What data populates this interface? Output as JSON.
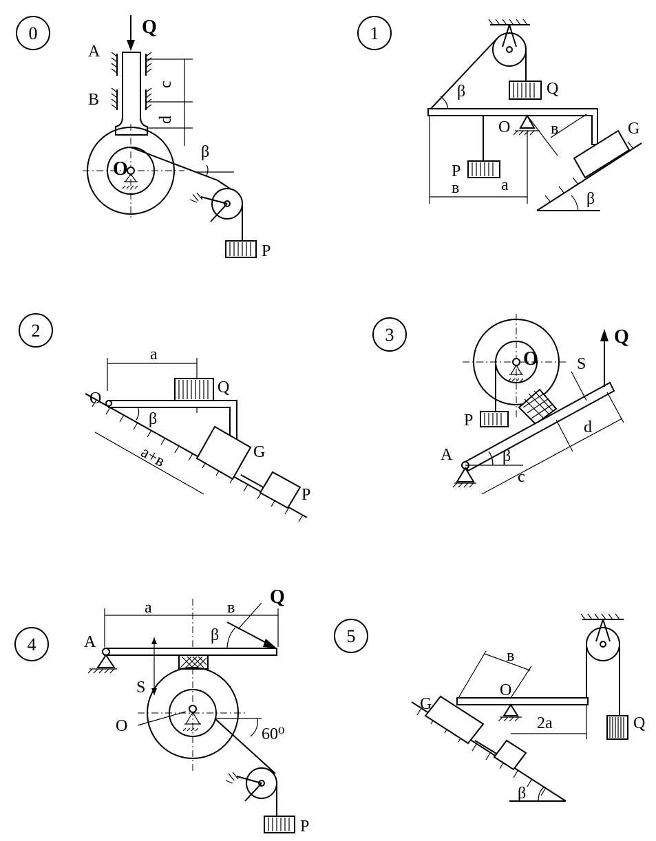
{
  "panels": [
    {
      "id": "0",
      "labels": {
        "Q": "Q",
        "A": "A",
        "B": "B",
        "c": "c",
        "d": "d",
        "O": "O",
        "beta": "β",
        "P": "P"
      }
    },
    {
      "id": "1",
      "labels": {
        "beta": "β",
        "Q": "Q",
        "O": "O",
        "v": "в",
        "G": "G",
        "P": "P",
        "v2": "в",
        "a": "a",
        "beta2": "β"
      }
    },
    {
      "id": "2",
      "labels": {
        "a": "a",
        "O": "O",
        "Q": "Q",
        "beta": "β",
        "apv": "a+в",
        "G": "G",
        "P": "P"
      }
    },
    {
      "id": "3",
      "labels": {
        "Q": "Q",
        "O": "O",
        "S": "S",
        "P": "P",
        "d": "d",
        "A": "A",
        "beta": "β",
        "c": "c"
      }
    },
    {
      "id": "4",
      "labels": {
        "a": "a",
        "v": "в",
        "Q": "Q",
        "A": "A",
        "beta": "β",
        "S": "S",
        "O": "O",
        "angle": "60⁰",
        "P": "P"
      }
    },
    {
      "id": "5",
      "labels": {
        "v": "в",
        "G": "G",
        "O": "O",
        "twoa": "2a",
        "Q": "Q",
        "beta": "β"
      }
    }
  ],
  "colors": {
    "ink": "#000000",
    "paper": "#ffffff"
  }
}
